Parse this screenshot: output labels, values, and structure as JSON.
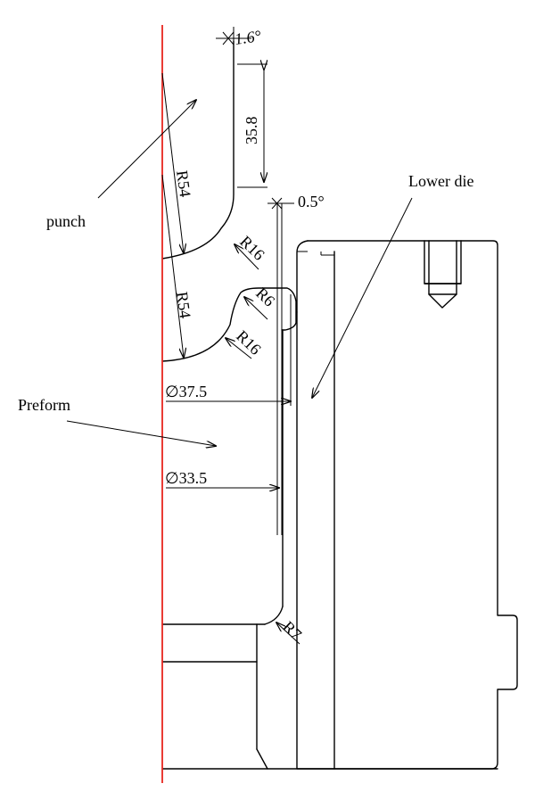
{
  "labels": {
    "angle_top": "1.6°",
    "height": "35.8",
    "angle_side": "0.5°",
    "lower_die": "Lower die",
    "punch": "punch",
    "r54_upper": "R54",
    "r16_upper": "R16",
    "r6": "R6",
    "r54_lower": "R54",
    "r16_lower": "R16",
    "dia_outer": "∅37.5",
    "preform": "Preform",
    "dia_inner": "∅33.5",
    "r7": "R7"
  },
  "colors": {
    "centerline": "#e8261f",
    "lines": "#000000"
  }
}
